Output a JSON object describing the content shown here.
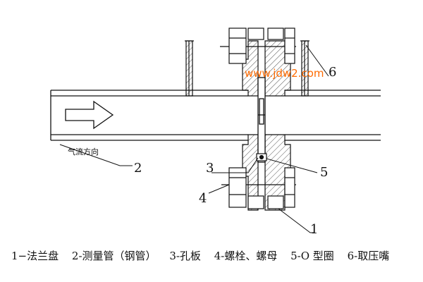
{
  "diagram": {
    "labels": {
      "n1": "1",
      "n2": "2",
      "n3": "3",
      "n4": "4",
      "n5": "5",
      "n6": "6"
    },
    "flow_text": "气流方向",
    "watermark": "www.jdw2.com"
  },
  "legend": [
    "1−法兰盘",
    "2-测量管（钢管）",
    "3-孔板",
    "4-螺栓、螺母",
    "5-O 型圈",
    "6-取压嘴"
  ],
  "colors": {
    "line": "#111111",
    "hatch": "#555555",
    "watermark": "#ff6a00"
  }
}
